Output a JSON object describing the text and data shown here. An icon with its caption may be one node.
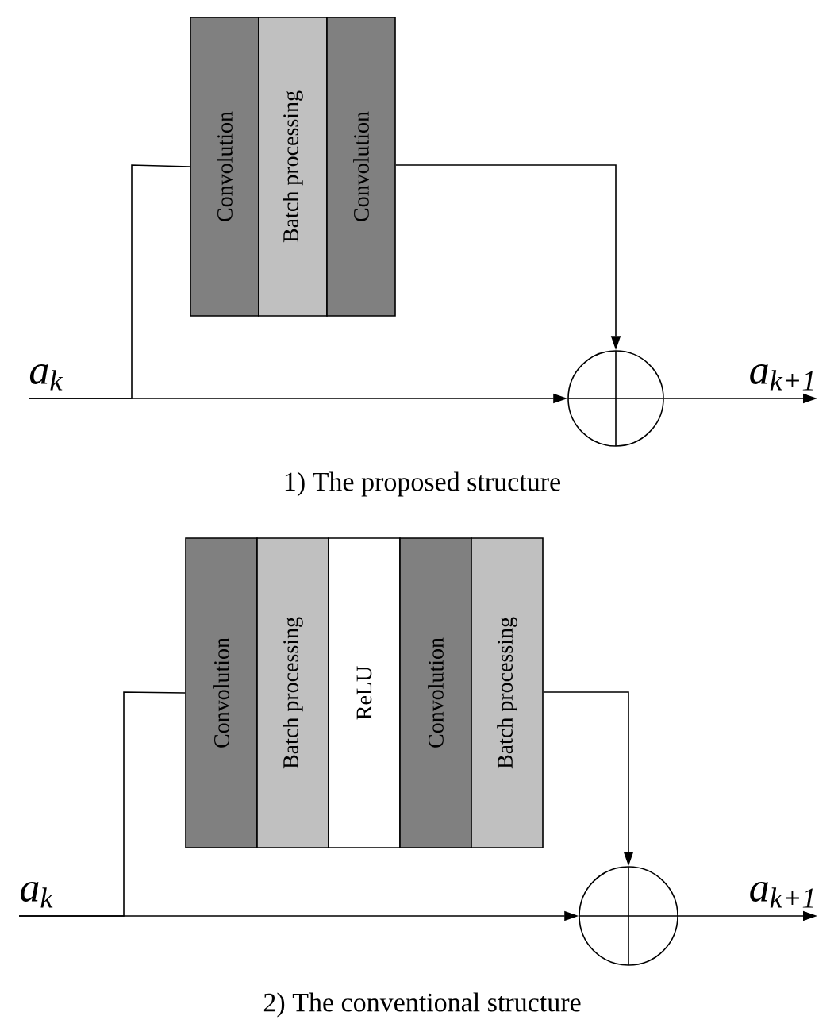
{
  "diagram": {
    "nodes": [
      {
        "text": [
          "Convolution"
        ]
      },
      {
        "text": [
          "Batch processing"
        ]
      },
      {
        "text": [
          "Convolution"
        ]
      },
      {
        "text": [
          "a$_{k}$"
        ]
      },
      {
        "text": [],
        "shape": "circle"
      },
      {
        "text": [
          "a$_{k+1}$"
        ]
      },
      {
        "text": [
          "Convolution"
        ]
      },
      {
        "text": [
          "Batch processing"
        ]
      },
      {
        "text": [
          "ReLU"
        ]
      },
      {
        "text": [
          "Convolution"
        ]
      },
      {
        "text": [
          "Batch processing"
        ]
      },
      {
        "text": [
          "a$_{k}$"
        ]
      },
      {
        "text": [],
        "shape": "circle"
      },
      {
        "text": [
          "a$_{k+1}$"
        ]
      }
    ],
    "edges": [
      {
        "from": 3,
        "to": 0,
        "arrow": "none"
      },
      {
        "from": 3,
        "to": 4,
        "arrow": "to"
      },
      {
        "from": 2,
        "to": 4,
        "arrow": "to"
      },
      {
        "from": 4,
        "to": 5,
        "arrow": "to"
      },
      {
        "from": 11,
        "to": 6,
        "arrow": "none"
      },
      {
        "from": 11,
        "to": 12,
        "arrow": "to"
      },
      {
        "from": 10,
        "to": 12,
        "arrow": "to"
      },
      {
        "from": 12,
        "to": 13,
        "arrow": "to"
      }
    ],
    "labels": [
      "1) The proposed structure",
      "2) The conventional structure"
    ]
  }
}
